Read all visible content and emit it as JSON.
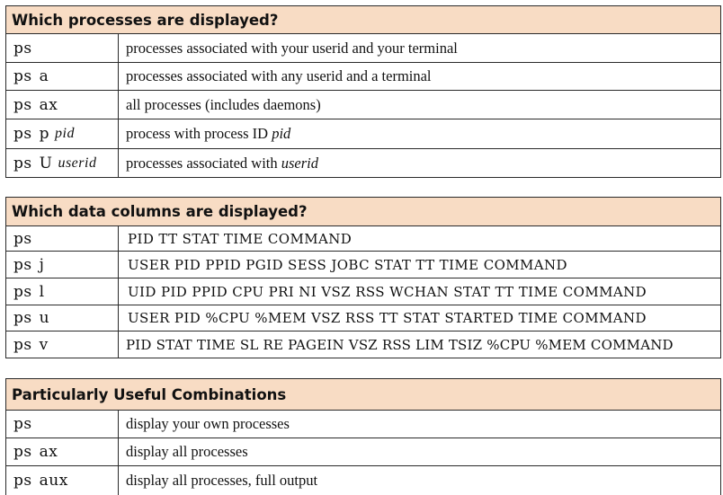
{
  "processes": {
    "title": "Which processes are displayed?",
    "rows": [
      {
        "cmd": "ps",
        "opt": "",
        "arg": "",
        "desc_pre": "processes associated with your userid and your terminal",
        "desc_arg": ""
      },
      {
        "cmd": "ps",
        "opt": "a",
        "arg": "",
        "desc_pre": "processes associated with any userid and a terminal",
        "desc_arg": ""
      },
      {
        "cmd": "ps",
        "opt": "ax",
        "arg": "",
        "desc_pre": "all processes (includes daemons)",
        "desc_arg": ""
      },
      {
        "cmd": "ps",
        "opt": "p",
        "arg": "pid",
        "desc_pre": "process with process ID ",
        "desc_arg": "pid"
      },
      {
        "cmd": "ps",
        "opt": "U",
        "arg": "userid",
        "desc_pre": "processes associated with ",
        "desc_arg": "userid"
      }
    ]
  },
  "columns": {
    "title": "Which data columns are displayed?",
    "rows": [
      {
        "cmd": "ps",
        "opt": "",
        "desc": "PID TT STAT TIME COMMAND"
      },
      {
        "cmd": "ps",
        "opt": "j",
        "desc": "USER PID PPID PGID SESS JOBC STAT TT TIME COMMAND"
      },
      {
        "cmd": "ps",
        "opt": "l",
        "desc": "UID PID PPID CPU PRI NI VSZ RSS WCHAN STAT TT TIME COMMAND"
      },
      {
        "cmd": "ps",
        "opt": "u",
        "desc": "USER PID %CPU %MEM VSZ RSS TT STAT STARTED TIME COMMAND"
      },
      {
        "cmd": "ps",
        "opt": "v",
        "desc": "PID STAT TIME SL RE PAGEIN VSZ RSS LIM TSIZ %CPU %MEM COMMAND"
      }
    ]
  },
  "combos": {
    "title": "Particularly Useful Combinations",
    "rows": [
      {
        "cmd": "ps",
        "opt": "",
        "desc": "display your own processes"
      },
      {
        "cmd": "ps",
        "opt": "ax",
        "desc": "display all processes"
      },
      {
        "cmd": "ps",
        "opt": "aux",
        "desc": "display all processes, full output"
      }
    ]
  }
}
